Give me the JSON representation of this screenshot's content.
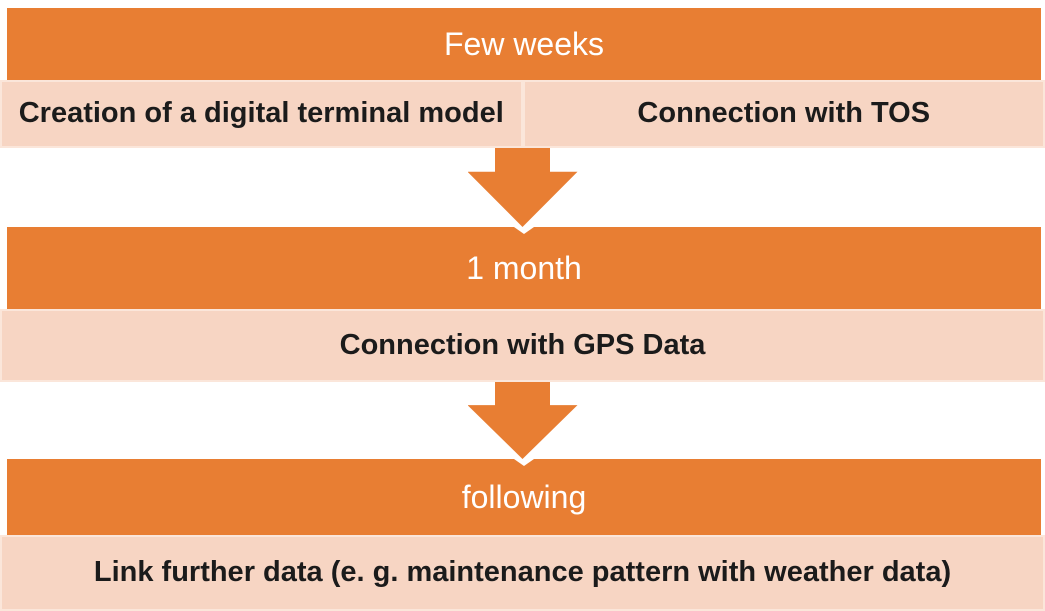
{
  "theme": {
    "accent": "#E87E33",
    "tint": "#F7D5C3",
    "tint_border": "#FBE6DA",
    "text_dark": "#1B1B1B",
    "text_light": "#FFFFFF",
    "background": "#FFFFFF"
  },
  "stages": [
    {
      "header": "Few weeks",
      "items": [
        "Creation of a digital terminal model",
        "Connection with TOS"
      ]
    },
    {
      "header": "1 month",
      "items": [
        "Connection with GPS Data"
      ]
    },
    {
      "header": "following",
      "items": [
        "Link further data (e. g. maintenance pattern with weather data)"
      ]
    }
  ],
  "icons": {
    "arrow": "down-block-arrow"
  }
}
